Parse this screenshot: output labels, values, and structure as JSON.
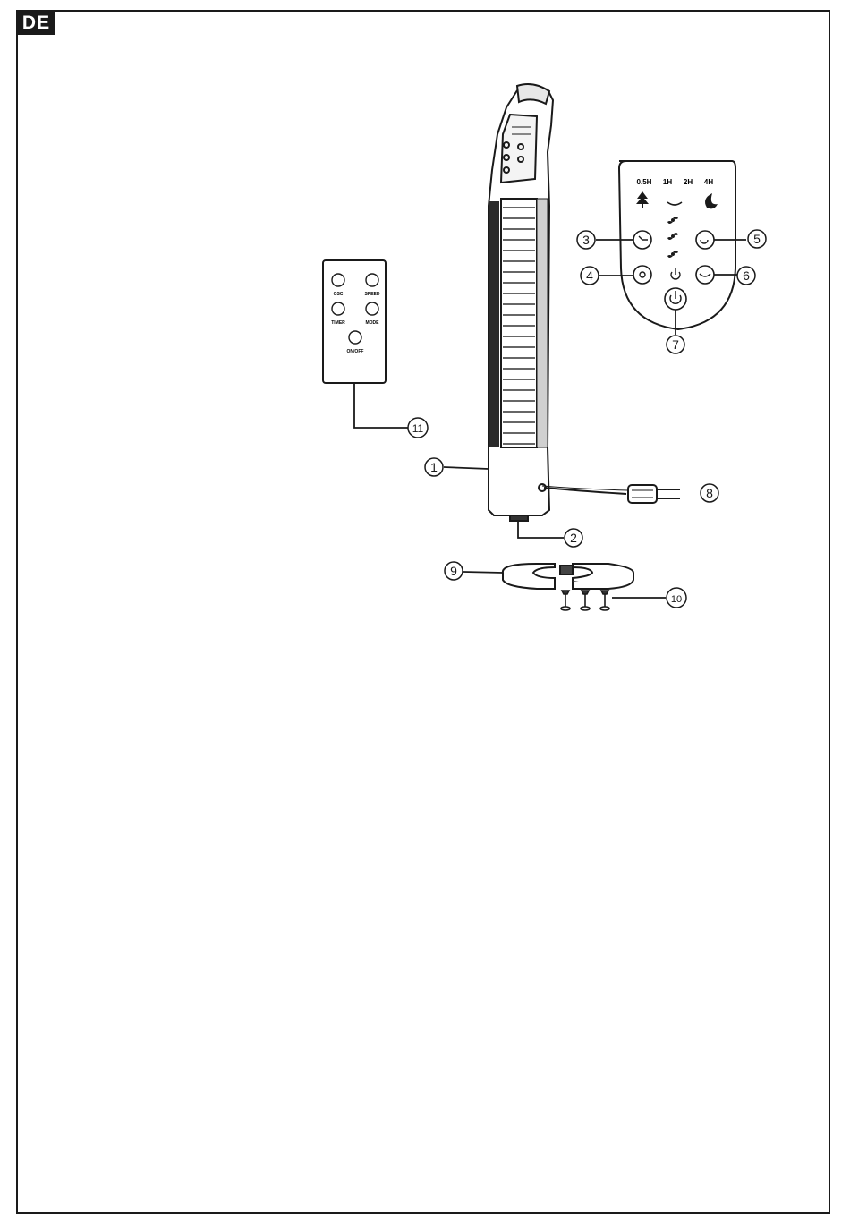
{
  "page": {
    "language_badge": "DE"
  },
  "control_panel": {
    "timer_labels": [
      "0.5H",
      "1H",
      "2H",
      "4H"
    ]
  },
  "remote": {
    "button_labels": [
      "OSC",
      "SPEED",
      "TIMER",
      "MODE",
      "ON/OFF"
    ]
  },
  "callouts": [
    "1",
    "2",
    "3",
    "4",
    "5",
    "6",
    "7",
    "8",
    "9",
    "10",
    "11"
  ]
}
